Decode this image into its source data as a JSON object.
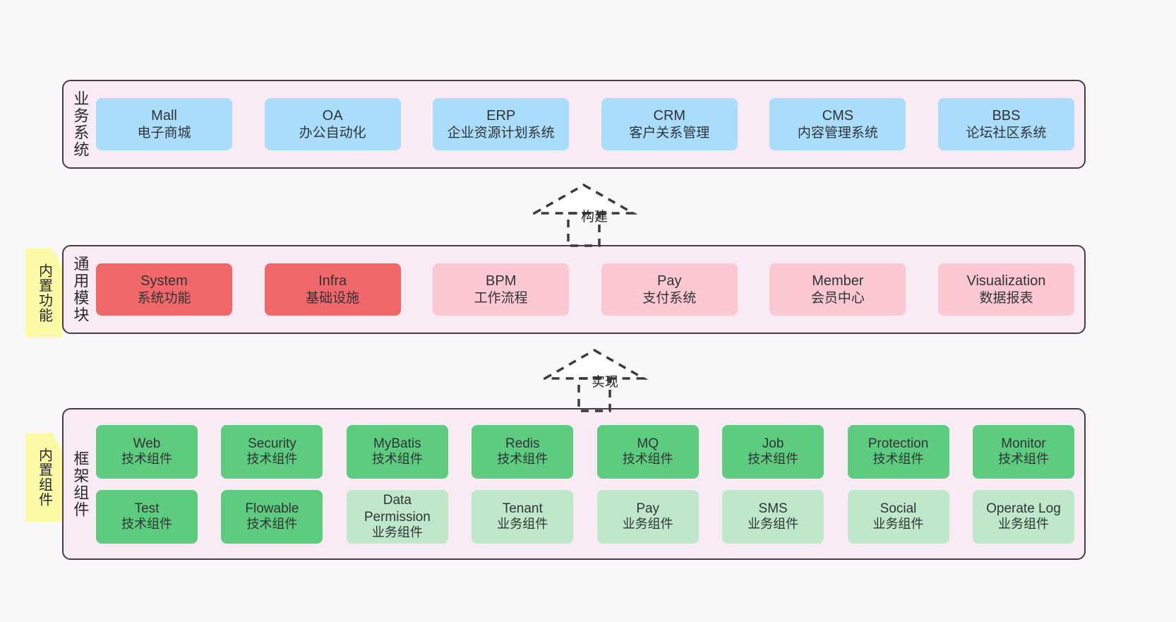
{
  "diagram": {
    "background_color": "#f8f8f8",
    "layer_fill": "#f9ebf4",
    "layer_border": "#4a3a46"
  },
  "layers": [
    {
      "id": "business-system",
      "label": "业务系统",
      "card_color": "#a9ddfb",
      "rows": [
        {
          "cards": [
            {
              "title": "Mall",
              "subtitle": "电子商城",
              "style": "blue"
            },
            {
              "title": "OA",
              "subtitle": "办公自动化",
              "style": "blue"
            },
            {
              "title": "ERP",
              "subtitle": "企业资源计划系统",
              "style": "blue"
            },
            {
              "title": "CRM",
              "subtitle": "客户关系管理",
              "style": "blue"
            },
            {
              "title": "CMS",
              "subtitle": "内容管理系统",
              "style": "blue"
            },
            {
              "title": "BBS",
              "subtitle": "论坛社区系统",
              "style": "blue"
            }
          ]
        }
      ]
    },
    {
      "id": "common-module",
      "label": "通用模块",
      "note": "内置功能",
      "card_color_strong": "#f0686a",
      "card_color_soft": "#fbc7d0",
      "rows": [
        {
          "cards": [
            {
              "title": "System",
              "subtitle": "系统功能",
              "style": "strong"
            },
            {
              "title": "Infra",
              "subtitle": "基础设施",
              "style": "strong"
            },
            {
              "title": "BPM",
              "subtitle": "工作流程",
              "style": "soft"
            },
            {
              "title": "Pay",
              "subtitle": "支付系统",
              "style": "soft"
            },
            {
              "title": "Member",
              "subtitle": "会员中心",
              "style": "soft"
            },
            {
              "title": "Visualization",
              "subtitle": "数据报表",
              "style": "soft"
            }
          ]
        }
      ]
    },
    {
      "id": "framework-component",
      "label": "框架组件",
      "note": "内置组件",
      "card_color_tech": "#5ecc7f",
      "card_color_biz": "#bfe8cb",
      "rows": [
        {
          "cards": [
            {
              "title": "Web",
              "subtitle": "技术组件",
              "style": "tech"
            },
            {
              "title": "Security",
              "subtitle": "技术组件",
              "style": "tech"
            },
            {
              "title": "MyBatis",
              "subtitle": "技术组件",
              "style": "tech"
            },
            {
              "title": "Redis",
              "subtitle": "技术组件",
              "style": "tech"
            },
            {
              "title": "MQ",
              "subtitle": "技术组件",
              "style": "tech"
            },
            {
              "title": "Job",
              "subtitle": "技术组件",
              "style": "tech"
            },
            {
              "title": "Protection",
              "subtitle": "技术组件",
              "style": "tech"
            },
            {
              "title": "Monitor",
              "subtitle": "技术组件",
              "style": "tech"
            }
          ]
        },
        {
          "cards": [
            {
              "title": "Test",
              "subtitle": "技术组件",
              "style": "tech"
            },
            {
              "title": "Flowable",
              "subtitle": "技术组件",
              "style": "tech"
            },
            {
              "title": "Data Permission",
              "subtitle": "业务组件",
              "style": "biz"
            },
            {
              "title": "Tenant",
              "subtitle": "业务组件",
              "style": "biz"
            },
            {
              "title": "Pay",
              "subtitle": "业务组件",
              "style": "biz"
            },
            {
              "title": "SMS",
              "subtitle": "业务组件",
              "style": "biz"
            },
            {
              "title": "Social",
              "subtitle": "业务组件",
              "style": "biz"
            },
            {
              "title": "Operate Log",
              "subtitle": "业务组件",
              "style": "biz"
            }
          ]
        }
      ]
    }
  ],
  "connectors": [
    {
      "id": "build",
      "label": "构建",
      "from": "common-module",
      "to": "business-system"
    },
    {
      "id": "implement",
      "label": "实现",
      "from": "framework-component",
      "to": "common-module"
    }
  ]
}
